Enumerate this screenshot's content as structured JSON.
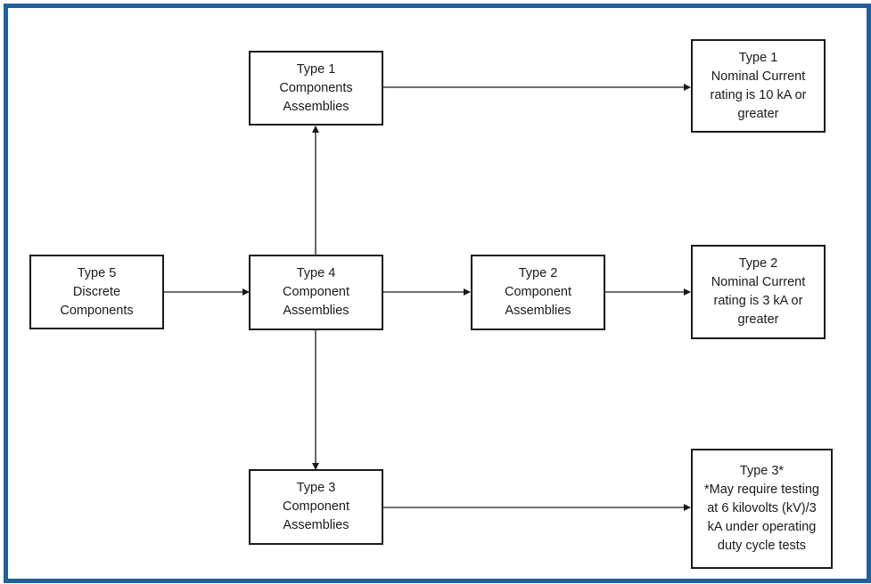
{
  "diagram": {
    "colors": {
      "frame_border": "#1e5fa0",
      "box_border": "#1a1a1a",
      "arrow": "#1a1a1a",
      "text": "#1a1a1a"
    },
    "nodes": {
      "type5": {
        "lines": [
          "Type 5",
          "Discrete",
          "Components"
        ]
      },
      "type4": {
        "lines": [
          "Type 4",
          "Component",
          "Assemblies"
        ]
      },
      "type1": {
        "lines": [
          "Type 1",
          "Components",
          "Assemblies"
        ]
      },
      "type2": {
        "lines": [
          "Type 2",
          "Component",
          "Assemblies"
        ]
      },
      "type3": {
        "lines": [
          "Type 3",
          "Component",
          "Assemblies"
        ]
      },
      "type1_rating": {
        "lines": [
          "Type 1",
          "Nominal Current",
          "rating is 10 kA or",
          "greater"
        ]
      },
      "type2_rating": {
        "lines": [
          "Type 2",
          "Nominal Current",
          "rating is 3 kA or",
          "greater"
        ]
      },
      "type3_note": {
        "lines": [
          "Type 3*",
          "*May require testing",
          "at 6 kilovolts (kV)/3",
          "kA under operating",
          "duty cycle tests"
        ]
      }
    },
    "edges": [
      {
        "from": "type5",
        "to": "type4"
      },
      {
        "from": "type4",
        "to": "type1"
      },
      {
        "from": "type4",
        "to": "type2"
      },
      {
        "from": "type4",
        "to": "type3"
      },
      {
        "from": "type1",
        "to": "type1_rating"
      },
      {
        "from": "type2",
        "to": "type2_rating"
      },
      {
        "from": "type3",
        "to": "type3_note"
      }
    ]
  }
}
